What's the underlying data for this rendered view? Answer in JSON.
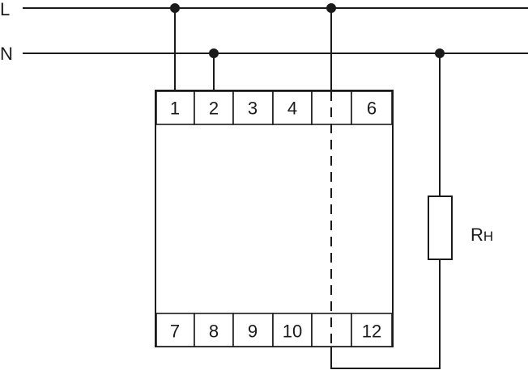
{
  "lines": {
    "line": "L",
    "neutral": "N"
  },
  "terminals": {
    "top": [
      "1",
      "2",
      "3",
      "4",
      "",
      "6"
    ],
    "bottom": [
      "7",
      "8",
      "9",
      "10",
      "",
      "12"
    ]
  },
  "load": {
    "label_main": "R",
    "label_sub": "H"
  }
}
